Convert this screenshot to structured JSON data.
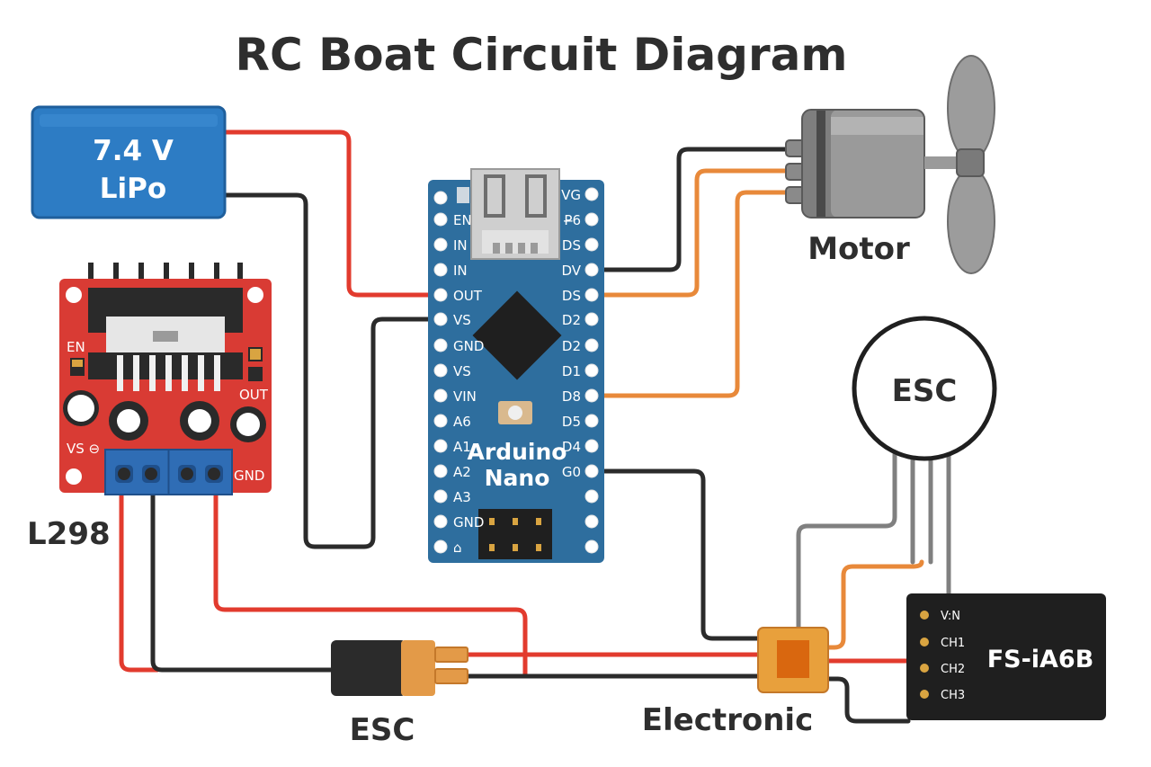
{
  "title": "RC Boat Circuit Diagram",
  "battery": {
    "voltage": "7.4 V",
    "type": "LiPo"
  },
  "arduino": {
    "name_line1": "Arduino",
    "name_line2": "Nano",
    "left_pins": [
      "EN",
      "IN",
      "IN",
      "OUT",
      "VS",
      "GND",
      "VS",
      "VIN",
      "A6",
      "A1",
      "A2",
      "A3",
      "GND"
    ],
    "right_pins": [
      "VG",
      "P̶6",
      "DS",
      "DV",
      "DS",
      "D2",
      "D2",
      "D1",
      "D8",
      "D5",
      "D4",
      "G0"
    ]
  },
  "l298": {
    "label": "L298",
    "pin_en": "EN",
    "pin_out": "OUT",
    "pin_vs": "VS ⊖",
    "pin_gnd": "GND"
  },
  "motor": {
    "label": "Motor"
  },
  "esc_circle": {
    "label": "ESC"
  },
  "esc_connector": {
    "label": "ESC"
  },
  "electronic": {
    "label": "Electronic"
  },
  "receiver": {
    "name": "FS-iA6B",
    "pins": [
      "V:N",
      "CH1",
      "CH2",
      "CH3"
    ]
  },
  "colors": {
    "wire_red": "#e23b2e",
    "wire_black": "#2b2b2b",
    "wire_orange": "#e8893a",
    "wire_gray": "#808080",
    "battery_blue": "#2d7cc4",
    "nano_blue": "#2e6e9e",
    "l298_red": "#d93b34",
    "terminal_blue": "#2f6db5",
    "xt60_orange": "#e39a48",
    "receiver_black": "#1f1f1f"
  }
}
